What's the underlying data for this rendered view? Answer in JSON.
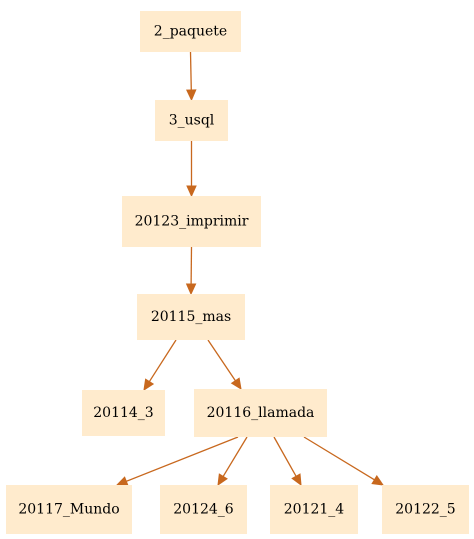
{
  "graph": {
    "colors": {
      "node_fill": "#ffebcd",
      "edge": "#c8681e",
      "text": "#000000",
      "background": "#ffffff"
    },
    "nodes": [
      {
        "id": "n1",
        "label": "2_paquete"
      },
      {
        "id": "n2",
        "label": "3_usql"
      },
      {
        "id": "n3",
        "label": "20123_imprimir"
      },
      {
        "id": "n4",
        "label": "20115_mas"
      },
      {
        "id": "n5",
        "label": "20114_3"
      },
      {
        "id": "n6",
        "label": "20116_llamada"
      },
      {
        "id": "n7",
        "label": "20117_Mundo"
      },
      {
        "id": "n8",
        "label": "20124_6"
      },
      {
        "id": "n9",
        "label": "20121_4"
      },
      {
        "id": "n10",
        "label": "20122_5"
      }
    ],
    "edges": [
      {
        "from": "n1",
        "to": "n2"
      },
      {
        "from": "n2",
        "to": "n3"
      },
      {
        "from": "n3",
        "to": "n4"
      },
      {
        "from": "n4",
        "to": "n5"
      },
      {
        "from": "n4",
        "to": "n6"
      },
      {
        "from": "n6",
        "to": "n7"
      },
      {
        "from": "n6",
        "to": "n8"
      },
      {
        "from": "n6",
        "to": "n9"
      },
      {
        "from": "n6",
        "to": "n10"
      }
    ]
  }
}
